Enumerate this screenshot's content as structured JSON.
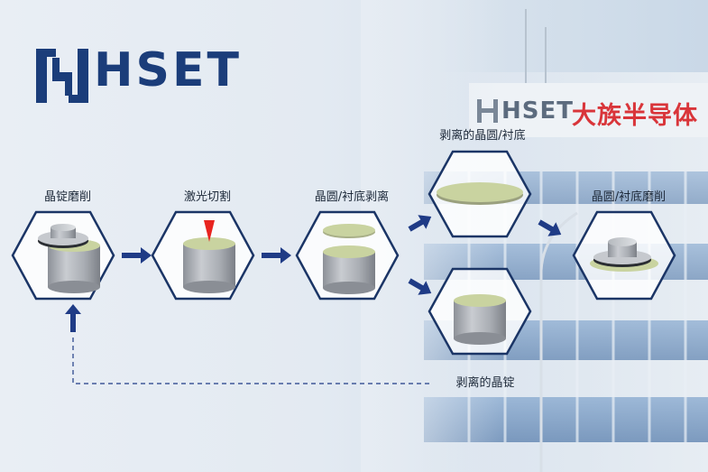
{
  "brand": {
    "wordmark": "HSET",
    "sign_brand": "HSET",
    "sign_company": "大族半导体"
  },
  "steps": {
    "ingot_grinding": "晶锭磨削",
    "laser_cutting": "激光切割",
    "wafer_peeling": "晶圆/衬底剥离",
    "peeled_wafer": "剥离的晶圆/衬底",
    "wafer_grinding": "晶圆/衬底磨削",
    "peeled_ingot": "剥离的晶锭"
  },
  "colors": {
    "hex_border": "#1b3566",
    "arrow": "#1f3b86",
    "wafer": "#c9d3a0",
    "laser": "#e8241f",
    "brand_blue": "#1b3d7a",
    "sign_red": "#d9353a"
  }
}
